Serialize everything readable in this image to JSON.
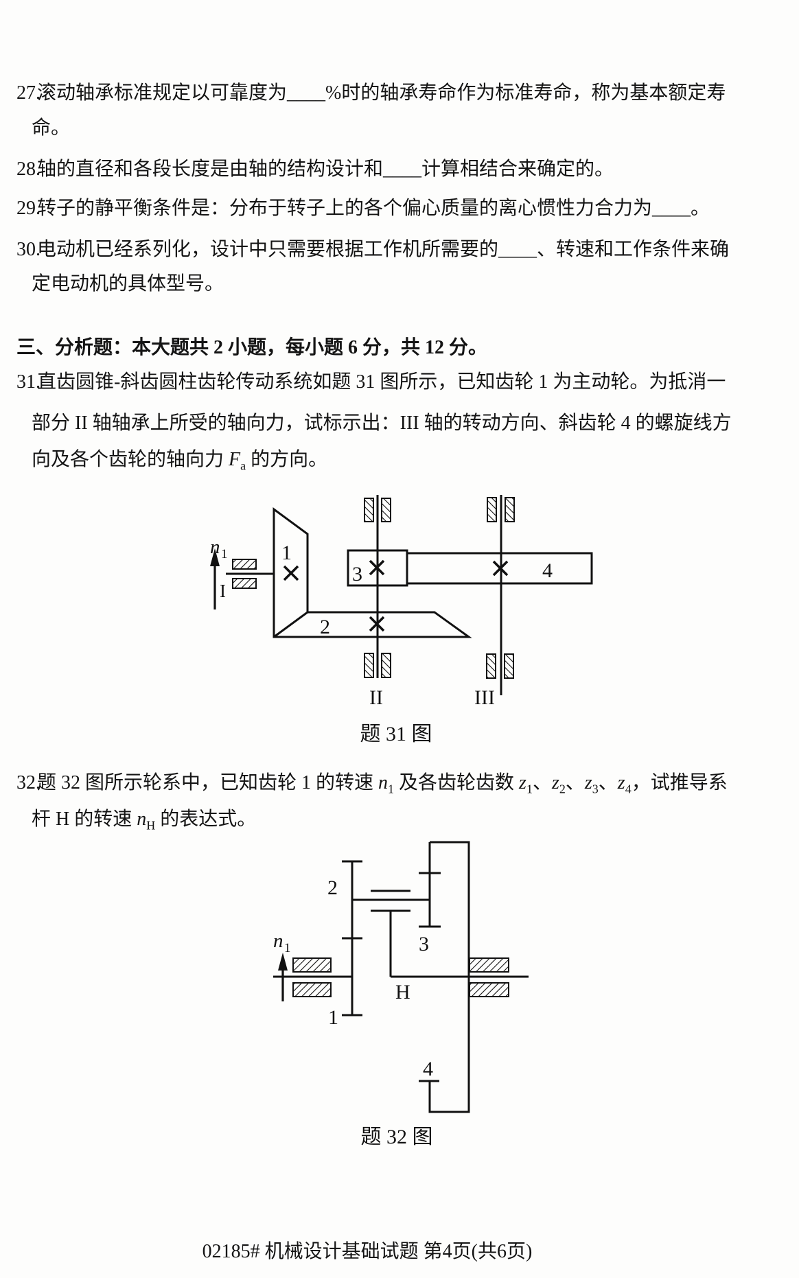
{
  "page": {
    "footer": "02185# 机械设计基础试题 第4页(共6页)"
  },
  "questions": {
    "q27": {
      "num": "27.",
      "l1": "滚动轴承标准规定以可靠度为____%时的轴承寿命作为标准寿命，称为基本额定寿",
      "l2": "命。"
    },
    "q28": {
      "num": "28.",
      "l1": "轴的直径和各段长度是由轴的结构设计和____计算相结合来确定的。"
    },
    "q29": {
      "num": "29.",
      "l1": "转子的静平衡条件是：分布于转子上的各个偏心质量的离心惯性力合力为____。"
    },
    "q30": {
      "num": "30.",
      "l1": "电动机已经系列化，设计中只需要根据工作机所需要的____、转速和工作条件来确",
      "l2": "定电动机的具体型号。"
    },
    "section3_heading": "三、分析题：本大题共 2 小题，每小题 6 分，共 12 分。",
    "q31": {
      "num": "31.",
      "l1": "直齿圆锥-斜齿圆柱齿轮传动系统如题 31 图所示，已知齿轮 1 为主动轮。为抵消一",
      "l2": "部分 II 轴轴承上所受的轴向力，试标示出：III 轴的转动方向、斜齿轮 4 的螺旋线方",
      "l3": [
        {
          "t": "向及各个齿轮的轴向力 "
        },
        {
          "t": "F",
          "s": "i"
        },
        {
          "t": "a",
          "s": "s"
        },
        {
          "t": " 的方向。"
        }
      ]
    },
    "q32": {
      "num": "32.",
      "l1": [
        {
          "t": "题 32 图所示轮系中，已知齿轮 1 的转速 "
        },
        {
          "t": "n",
          "s": "i"
        },
        {
          "t": "1",
          "s": "s"
        },
        {
          "t": " 及各齿轮齿数 "
        },
        {
          "t": "z",
          "s": "i"
        },
        {
          "t": "1",
          "s": "s"
        },
        {
          "t": "、"
        },
        {
          "t": "z",
          "s": "i"
        },
        {
          "t": "2",
          "s": "s"
        },
        {
          "t": "、"
        },
        {
          "t": "z",
          "s": "i"
        },
        {
          "t": "3",
          "s": "s"
        },
        {
          "t": "、"
        },
        {
          "t": "z",
          "s": "i"
        },
        {
          "t": "4",
          "s": "s"
        },
        {
          "t": "，试推导系"
        }
      ],
      "l2": [
        {
          "t": "杆 H 的转速 "
        },
        {
          "t": "n",
          "s": "i"
        },
        {
          "t": "H",
          "s": "s"
        },
        {
          "t": " 的表达式。"
        }
      ]
    }
  },
  "fig31": {
    "caption": "题 31 图",
    "labels": {
      "speed_symbol": "n",
      "speed_sub": "1",
      "shaft_I": "I",
      "gear1": "1",
      "gear2": "2",
      "gear3": "3",
      "gear4": "4",
      "shaft_II": "II",
      "shaft_III": "III"
    }
  },
  "fig32": {
    "caption": "题 32 图",
    "labels": {
      "speed_symbol": "n",
      "speed_sub": "1",
      "gear1": "1",
      "gear2": "2",
      "gear3": "3",
      "gear4": "4",
      "carrier": "H"
    }
  }
}
